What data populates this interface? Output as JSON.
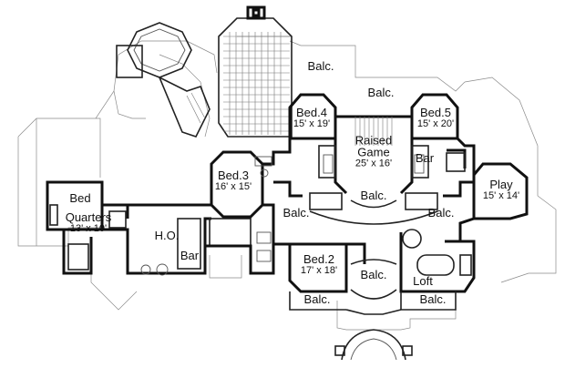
{
  "rooms": [
    {
      "id": "balc-top",
      "label": "Balc.",
      "dims": ""
    },
    {
      "id": "balc-upper-mid",
      "label": "Balc.",
      "dims": ""
    },
    {
      "id": "bed4",
      "label": "Bed.4",
      "dims": "15' x 19'"
    },
    {
      "id": "bed5",
      "label": "Bed.5",
      "dims": "15' x 20'"
    },
    {
      "id": "raised-game",
      "label": "Raised\nGame",
      "dims": "25' x 16'"
    },
    {
      "id": "bar-game",
      "label": "Bar",
      "dims": ""
    },
    {
      "id": "bed3",
      "label": "Bed.3",
      "dims": "16' x 15'"
    },
    {
      "id": "balc-center",
      "label": "Balc.",
      "dims": ""
    },
    {
      "id": "play",
      "label": "Play",
      "dims": "15' x 14'"
    },
    {
      "id": "bed",
      "label": "Bed",
      "dims": ""
    },
    {
      "id": "quarters",
      "label": "Quarters",
      "dims": "13' x 10'"
    },
    {
      "id": "ho",
      "label": "H.O.",
      "dims": ""
    },
    {
      "id": "bar-ho",
      "label": "Bar",
      "dims": ""
    },
    {
      "id": "balc-left",
      "label": "Balc.",
      "dims": ""
    },
    {
      "id": "balc-right",
      "label": "Balc.",
      "dims": ""
    },
    {
      "id": "bed2",
      "label": "Bed.2",
      "dims": "17' x 18'"
    },
    {
      "id": "balc-lower-center",
      "label": "Balc.",
      "dims": ""
    },
    {
      "id": "loft",
      "label": "Loft",
      "dims": ""
    },
    {
      "id": "balc-bottom-left",
      "label": "Balc.",
      "dims": ""
    },
    {
      "id": "balc-bottom-right",
      "label": "Balc.",
      "dims": ""
    }
  ]
}
